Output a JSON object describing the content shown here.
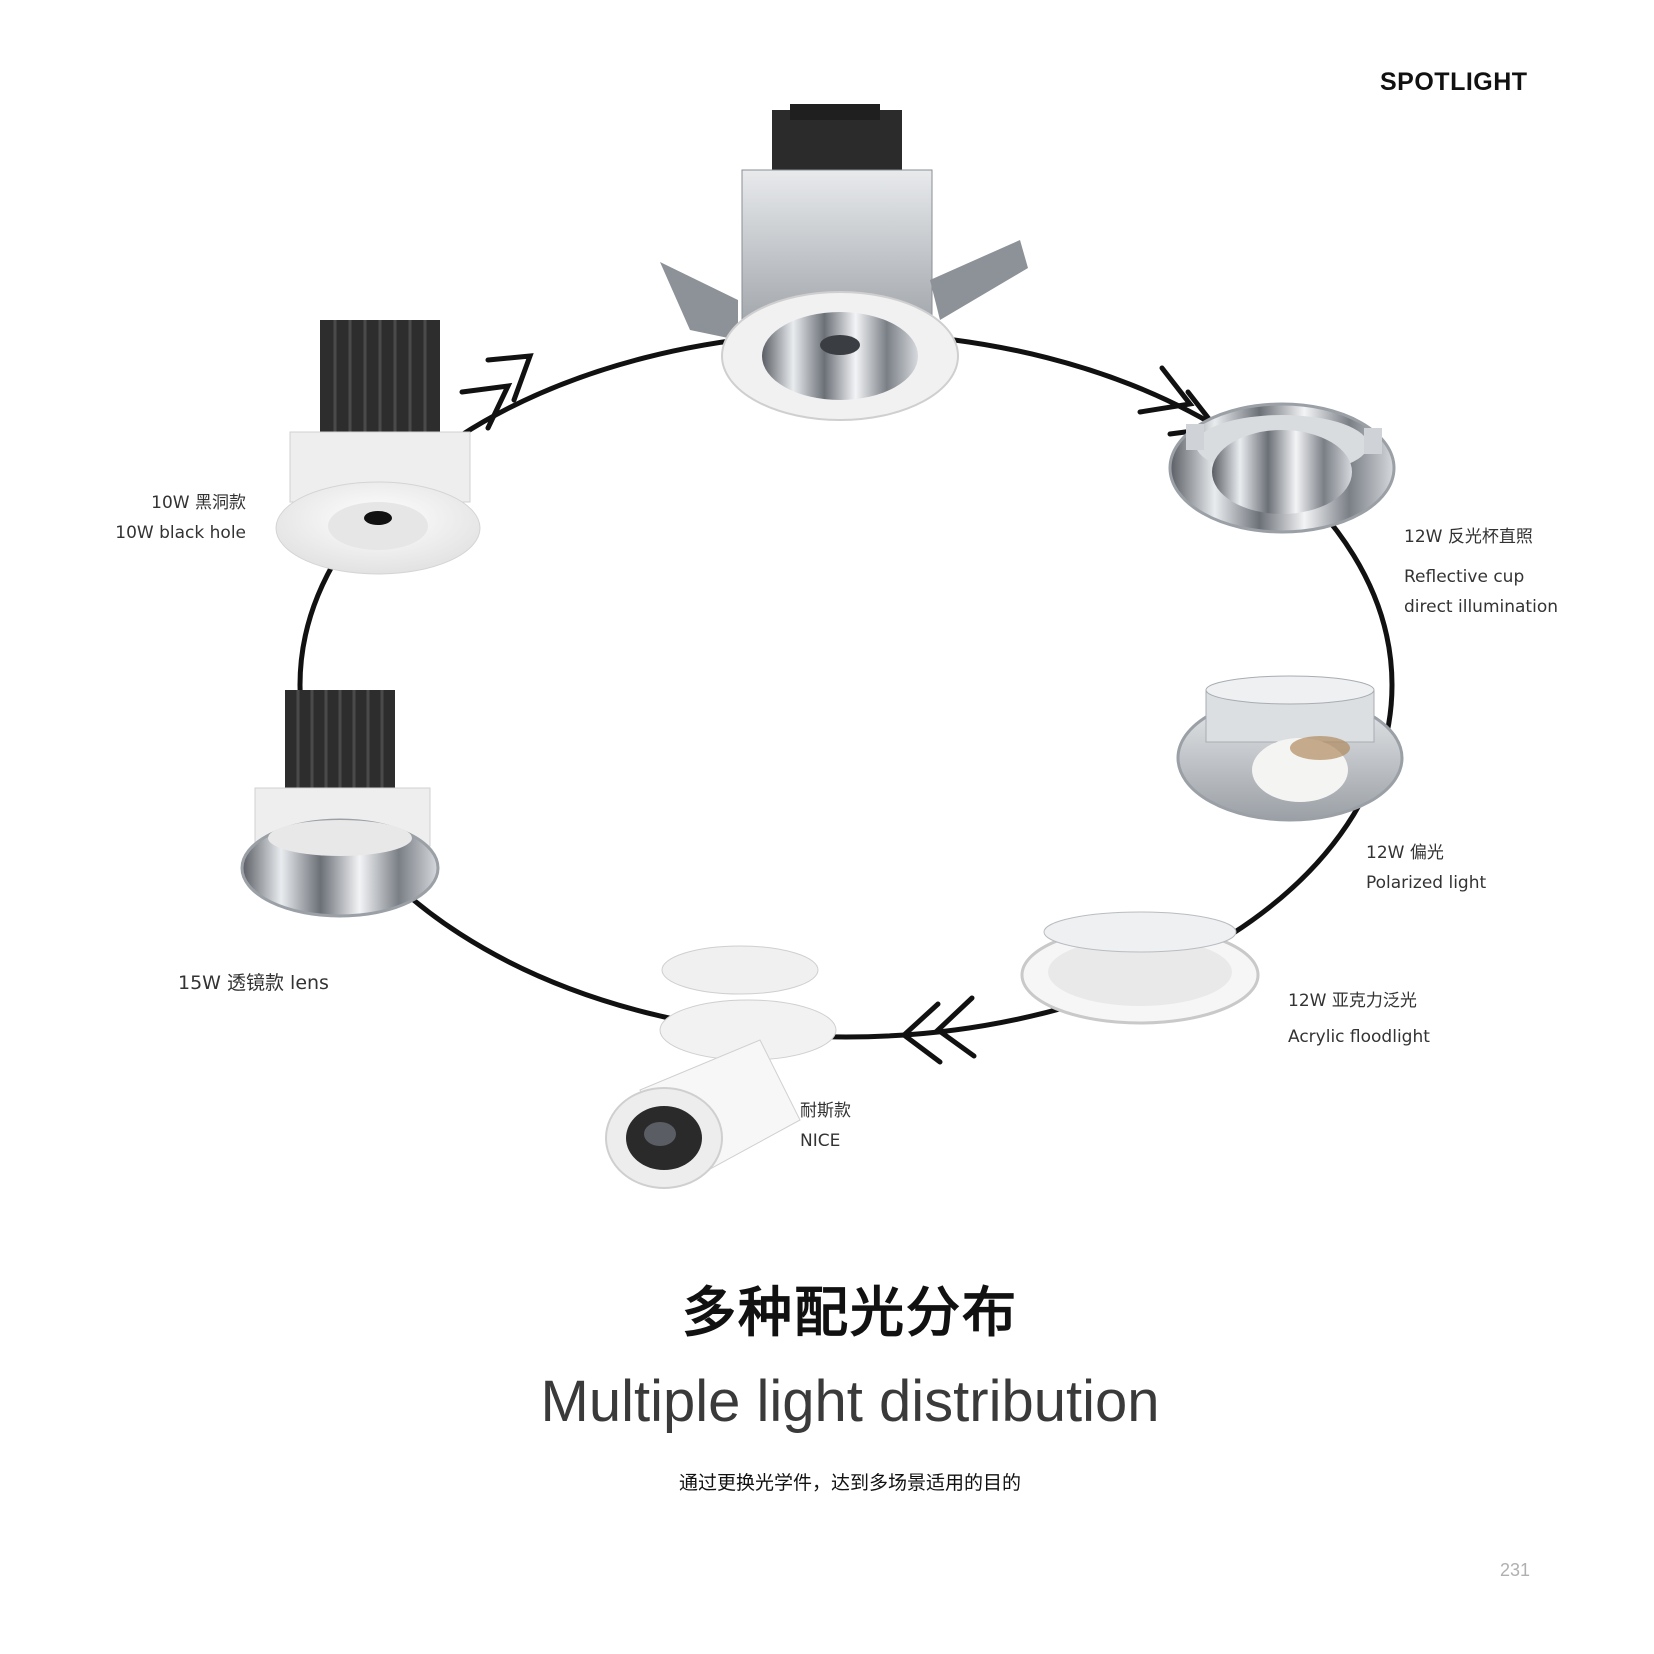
{
  "header": {
    "title": "SPOTLIGHT"
  },
  "products": [
    {
      "id": "main-downlight",
      "line1": "",
      "line2": "",
      "line3": ""
    },
    {
      "id": "black-hole",
      "line1": "10W 黑洞款",
      "line2": "10W black hole"
    },
    {
      "id": "reflective-cup",
      "line1": "12W 反光杯直照",
      "line2": "Reflective cup",
      "line3": "direct illumination"
    },
    {
      "id": "polarized",
      "line1": "12W 偏光",
      "line2": "Polarized light"
    },
    {
      "id": "acrylic",
      "line1": "12W 亚克力泛光",
      "line2": "Acrylic floodlight"
    },
    {
      "id": "nice",
      "line1": "耐斯款",
      "line2": "NICE"
    },
    {
      "id": "lens",
      "line1": "15W 透镜款 lens"
    }
  ],
  "main": {
    "title": "多种配光分布",
    "subtitle": "Multiple light distribution",
    "description": "通过更换光学件，达到多场景适用的目的"
  },
  "footer": {
    "page_number": "231"
  },
  "colors": {
    "ring": "#111111",
    "text": "#333333",
    "metal": "#b8bcc2",
    "white": "#f4f4f4",
    "heatsink": "#2a2a2a"
  }
}
